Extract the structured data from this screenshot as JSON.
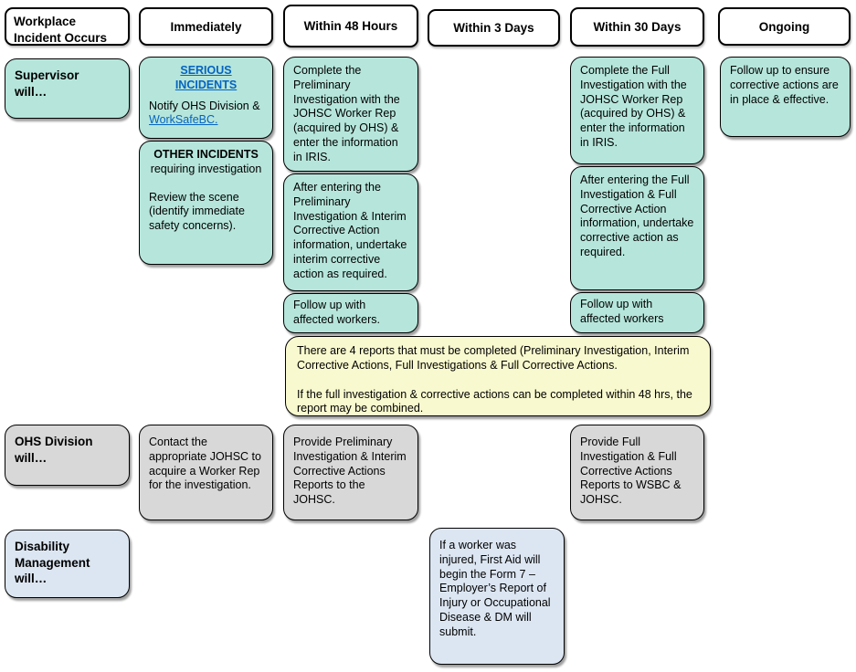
{
  "colors": {
    "teal": "#b6e6db",
    "gray": "#d8d8d8",
    "light_blue": "#dce6f2",
    "yellow_note": "#f9f9cf",
    "link_blue": "#0563c1",
    "border": "#000000"
  },
  "headers": [
    "Workplace\nIncident Occurs",
    "Immediately",
    "Within 48 Hours",
    "Within 3 Days",
    "Within 30 Days",
    "Ongoing"
  ],
  "supervisor": {
    "label": "Supervisor\nwill…",
    "serious": {
      "title": "SERIOUS INCIDENTS",
      "body": "Notify OHS Division &",
      "link": "WorkSafeBC."
    },
    "other": {
      "title": "OTHER INCIDENTS",
      "subtitle": "requiring investigation",
      "body": "Review the scene (identify immediate safety concerns)."
    },
    "complete_preliminary": "Complete the Preliminary Investigation with the JOHSC Worker Rep (acquired by OHS) & enter the information in IRIS.",
    "after_preliminary": "After entering the Preliminary Investigation & Interim Corrective Action information, undertake interim corrective action as required.",
    "follow_up_48": "Follow up with affected workers.",
    "complete_full": "Complete the Full Investigation with the JOHSC Worker Rep (acquired by OHS) & enter the information in IRIS.",
    "after_full": "After entering the Full Investigation & Full Corrective Action information, undertake corrective action as required.",
    "follow_up_30": "Follow up with affected workers",
    "follow_up_ongoing": "Follow up to ensure corrective actions are in place & effective."
  },
  "note": {
    "para1": "There are 4 reports that must be completed (Preliminary Investigation, Interim Corrective Actions, Full Investigations & Full Corrective Actions.",
    "para2": "If the full investigation & corrective actions can be completed within 48 hrs, the report may be combined."
  },
  "ohs": {
    "label": "OHS Division\nwill…",
    "contact": "Contact the appropriate JOHSC to acquire a Worker Rep for the investigation.",
    "provide_preliminary": "Provide Preliminary Investigation & Interim Corrective Actions Reports to the JOHSC.",
    "provide_full": "Provide Full Investigation & Full Corrective Actions Reports to WSBC & JOHSC."
  },
  "dm": {
    "label": "Disability\nManagement\nwill…",
    "form7": "If a worker was injured, First Aid will begin the Form 7 – Employer’s Report of Injury or Occupational Disease & DM will submit."
  }
}
